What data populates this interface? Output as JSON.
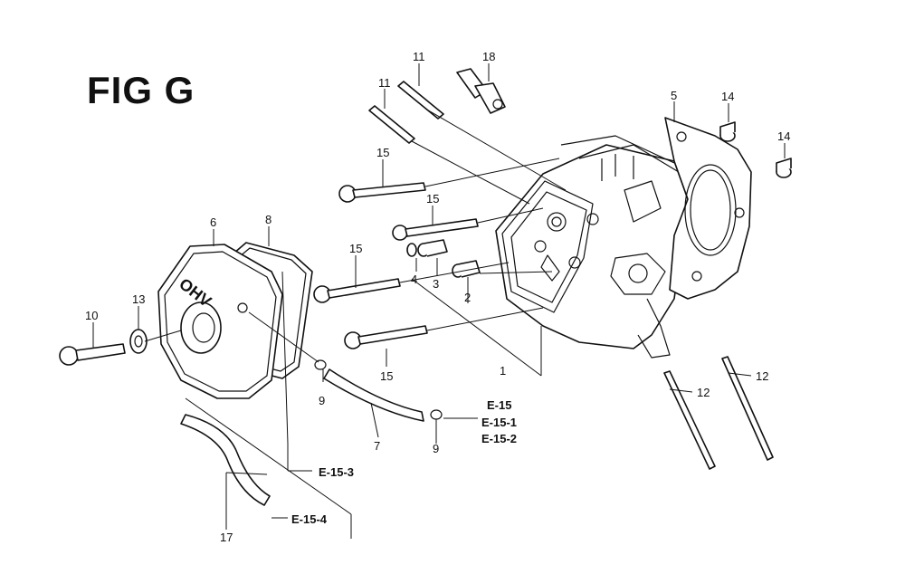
{
  "figure": {
    "title": "FIG G",
    "cover_text": "OHV"
  },
  "callouts": {
    "c1": "1",
    "c2": "2",
    "c3": "3",
    "c4": "4",
    "c5": "5",
    "c6": "6",
    "c7": "7",
    "c8": "8",
    "c9a": "9",
    "c9b": "9",
    "c10": "10",
    "c11a": "11",
    "c11b": "11",
    "c12a": "12",
    "c12b": "12",
    "c13": "13",
    "c14a": "14",
    "c14b": "14",
    "c15a": "15",
    "c15b": "15",
    "c15c": "15",
    "c15d": "15",
    "c17": "17",
    "c18": "18"
  },
  "references": {
    "e15": "E-15",
    "e15_1": "E-15-1",
    "e15_2": "E-15-2",
    "e15_3": "E-15-3",
    "e15_4": "E-15-4"
  }
}
